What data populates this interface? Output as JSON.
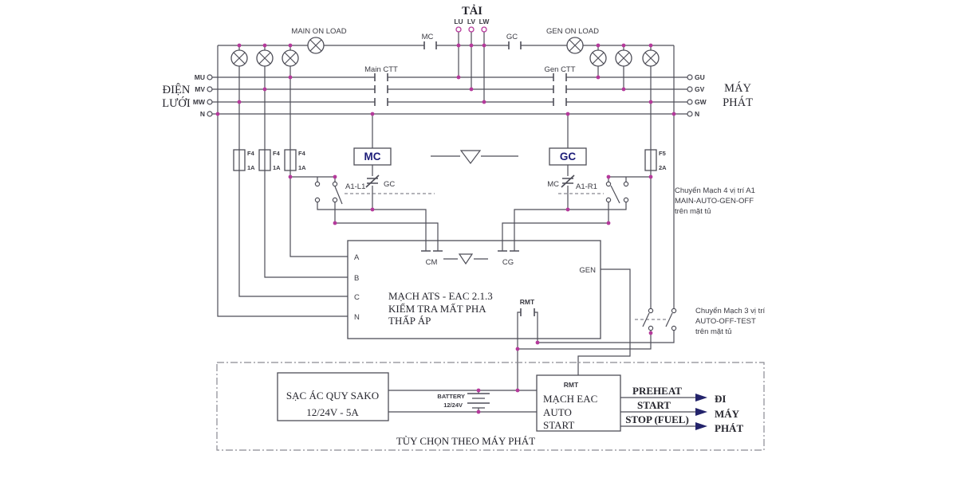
{
  "colors": {
    "wire": "#4e4e58",
    "junction_dot": "#b5399b",
    "accent_navy": "#1c1c78",
    "text": "#3a3a42",
    "background": "#ffffff"
  },
  "load": {
    "title": "TẢI",
    "terminals": [
      "LU",
      "LV",
      "LW"
    ]
  },
  "bus": {
    "main_on_load": "MAIN ON LOAD",
    "gen_on_load": "GEN ON LOAD",
    "mc_contact": "MC",
    "gc_contact": "GC"
  },
  "mains": {
    "label_line1": "ĐIỆN",
    "label_line2": "LƯỚI",
    "ctt": "Main CTT",
    "terminals": [
      "MU",
      "MV",
      "MW",
      "N"
    ]
  },
  "gen": {
    "label_line1": "MÁY",
    "label_line2": "PHÁT",
    "ctt": "Gen CTT",
    "terminals": [
      "GU",
      "GV",
      "GW",
      "N"
    ]
  },
  "fuses": {
    "f4_name": "F4",
    "f4_rating": "1A",
    "f5_name": "F5",
    "f5_rating": "2A"
  },
  "control": {
    "mc_coil": "MC",
    "gc_coil": "GC",
    "gc_interlock": "GC",
    "mc_interlock": "MC",
    "switch_left": "A1-L1",
    "switch_right": "A1-R1"
  },
  "notes": {
    "selector4_line1": "Chuyển Mạch 4 vị trí A1",
    "selector4_line2": "MAIN-AUTO-GEN-OFF",
    "selector4_line3": "trên mặt tủ",
    "selector3_line1": "Chuyển Mạch 3 vị trí",
    "selector3_line2": "AUTO-OFF-TEST",
    "selector3_line3": "trên mặt tủ"
  },
  "ats": {
    "terminals": [
      "A",
      "B",
      "C",
      "N"
    ],
    "cm": "CM",
    "cg": "CG",
    "gen": "GEN",
    "rmt": "RMT",
    "title_line1": "MẠCH ATS - EAC 2.1.3",
    "title_line2": "KIỂM TRA MẤT PHA",
    "title_line3": "THẤP ÁP"
  },
  "charger": {
    "line1": "SẠC ÁC QUY SAKO",
    "line2": "12/24V - 5A"
  },
  "battery": {
    "line1": "BATTERY",
    "line2": "12/24V"
  },
  "eac": {
    "rmt": "RMT",
    "line1": "MẠCH EAC",
    "line2": "AUTO",
    "line3": "START",
    "outputs": [
      "PREHEAT",
      "START",
      "STOP (FUEL)"
    ]
  },
  "destination": {
    "line1": "ĐI",
    "line2": "MÁY",
    "line3": "PHÁT"
  },
  "option_label": "TÙY CHỌN THEO MÁY PHÁT"
}
